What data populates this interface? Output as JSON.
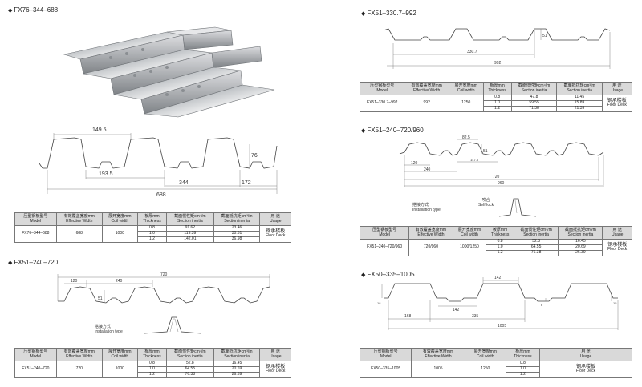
{
  "header_labels": {
    "model_cn": "压型钢板型号",
    "model_en": "Model",
    "width_cn": "有效覆盖宽度mm",
    "width_en": "Effective Width",
    "coil_cn": "展开宽度mm",
    "coil_en": "Coil width",
    "thick_cn": "板厚mm",
    "thick_en": "Thickness",
    "inertia_cn": "截面惯性矩cm⁴/m",
    "inertia_en": "Section inertia",
    "modulus_cn": "截面抵抗矩cm³/m",
    "modulus_en": "Section inertia",
    "usage_cn": "用 途",
    "usage_en": "Usage",
    "floor_cn": "钢承楼板",
    "floor_en": "Floor Deck"
  },
  "install": {
    "cn": "搭接方式",
    "en": "Installation type",
    "lock_cn": "咬合",
    "lock_en": "Self-lock"
  },
  "products": {
    "fx76": {
      "title": "FX76–344–688",
      "model": "FX76–344–688",
      "width": "688",
      "coil": "1000",
      "thickness": [
        "0.8",
        "1.0",
        "1.2"
      ],
      "inertia": [
        "91.62",
        "119.39",
        "142.01"
      ],
      "modulus": [
        "23.46",
        "30.61",
        "36.98"
      ],
      "dims": {
        "top": "149.5",
        "pitch": "193.5",
        "height": "76",
        "half": "344",
        "edge": "172",
        "total": "688"
      }
    },
    "fx51_720": {
      "title": "FX51–240–720",
      "model": "FX51–240–720",
      "width": "720",
      "coil": "1000",
      "thickness": [
        "0.8",
        "1.0",
        "1.2"
      ],
      "inertia": [
        "52.8",
        "64.55",
        "76.38"
      ],
      "modulus": [
        "16.45",
        "20.69",
        "26.39"
      ],
      "dims": {
        "edge": "120",
        "pitch": "240",
        "total": "720",
        "height": "51"
      }
    },
    "fx51_992": {
      "title": "FX51–330.7–992",
      "model": "FX51–330.7–992",
      "width": "992",
      "coil": "1250",
      "thickness": [
        "0.8",
        "1.0",
        "1.2"
      ],
      "inertia": [
        "47.8",
        "59.55",
        "71.38"
      ],
      "modulus": [
        "11.45",
        "15.89",
        "21.39"
      ],
      "dims": {
        "pitch": "330.7",
        "total": "992",
        "height": "51"
      }
    },
    "fx51_960": {
      "title": "FX51–240–720/960",
      "model": "FX51–240–720/960",
      "width": "720/960",
      "coil": "1000/1250",
      "thickness": [
        "0.8",
        "1.0",
        "1.2"
      ],
      "inertia": [
        "52.8",
        "64.55",
        "76.38"
      ],
      "modulus": [
        "16.45",
        "20.69",
        "26.39"
      ],
      "dims": {
        "top": "82.5",
        "edge": "120",
        "pitch": "240",
        "mid": "147.5",
        "height": "51",
        "w720": "720",
        "w960": "960"
      }
    },
    "fx50": {
      "title": "FX50–335–1005",
      "model": "FX50–335–1005",
      "width": "1005",
      "coil": "1250",
      "thickness": [
        "0.8",
        "1.0",
        "1.2"
      ],
      "dims": {
        "top": "142",
        "bottom": "142",
        "edge": "168",
        "pitch": "335",
        "total": "1005",
        "h1": "18",
        "h2": "6",
        "h3": "15"
      }
    }
  }
}
